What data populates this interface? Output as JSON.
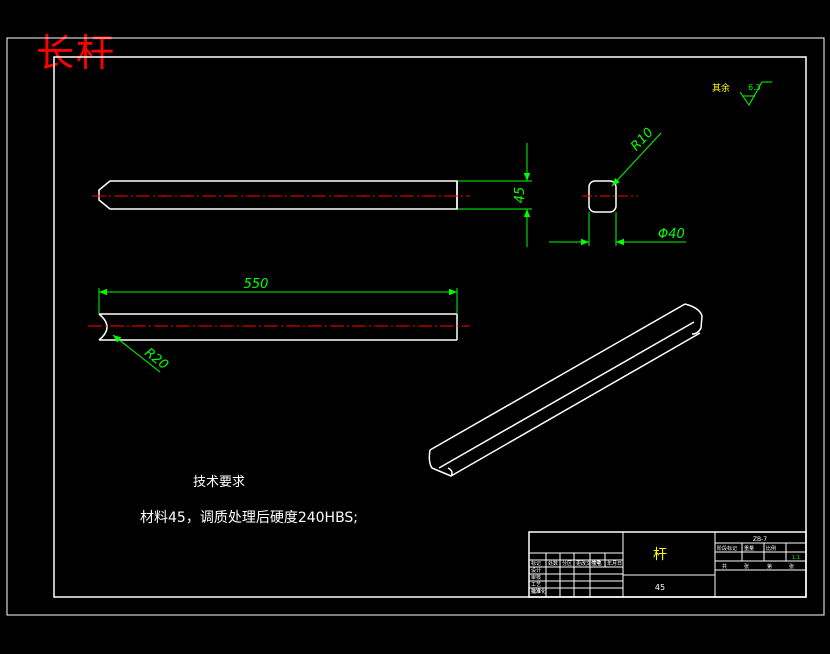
{
  "header_title": "长杆",
  "dims": {
    "height": "45",
    "corner_radius": "R10",
    "diameter": "Φ40",
    "length": "550",
    "end_radius": "R20"
  },
  "roughness": {
    "label": "其余",
    "value": "6.3"
  },
  "tech_req": {
    "title": "技术要求",
    "line1": "材料45，调质处理后硬度240HBS;"
  },
  "title_block": {
    "part_name": "杆",
    "material": "45",
    "drawing_no": "ZB-7",
    "row_labels": [
      "标记",
      "处数",
      "分区",
      "更改文件号",
      "签名",
      "年月日"
    ],
    "role_labels": [
      "设计",
      "审核",
      "工艺",
      "标准化",
      "批准"
    ],
    "right_labels": [
      "阶段标记",
      "重量",
      "比例"
    ],
    "sheet_labels": [
      "共",
      "张",
      "第",
      "张"
    ],
    "scale": "1:1"
  },
  "colors": {
    "outline": "#ffffff",
    "dimension": "#00ff00",
    "centerline": "#ff0000",
    "title_text": "#ff0000"
  }
}
